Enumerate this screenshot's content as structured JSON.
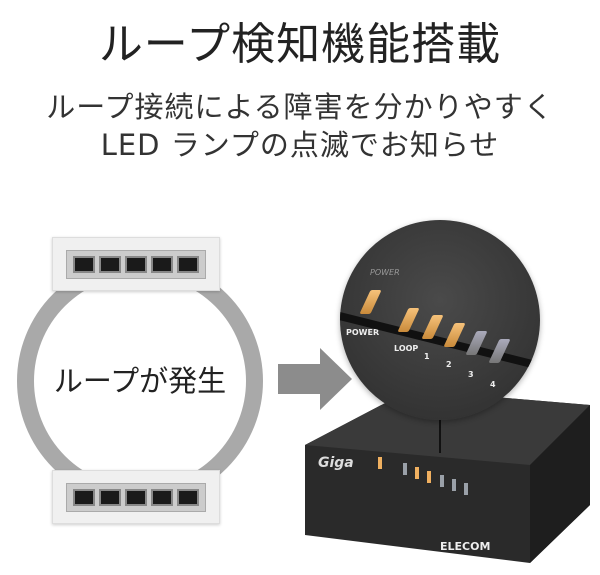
{
  "header": {
    "title": "ループ検知機能搭載",
    "subtitle_line1": "ループ接続による障害を分かりやすく",
    "subtitle_line2": "LED ランプの点滅でお知らせ"
  },
  "diagram": {
    "loop_label": "ループが発生"
  },
  "device": {
    "brand": "ELECOM",
    "series": "Giga",
    "zoom_labels": {
      "power": "POWER",
      "loop": "LOOP",
      "ports": [
        "1",
        "2",
        "3",
        "4"
      ]
    },
    "colors": {
      "led_on": "#f0b060",
      "led_off": "#9aa0a8",
      "ring": "#a9a9a9"
    }
  }
}
